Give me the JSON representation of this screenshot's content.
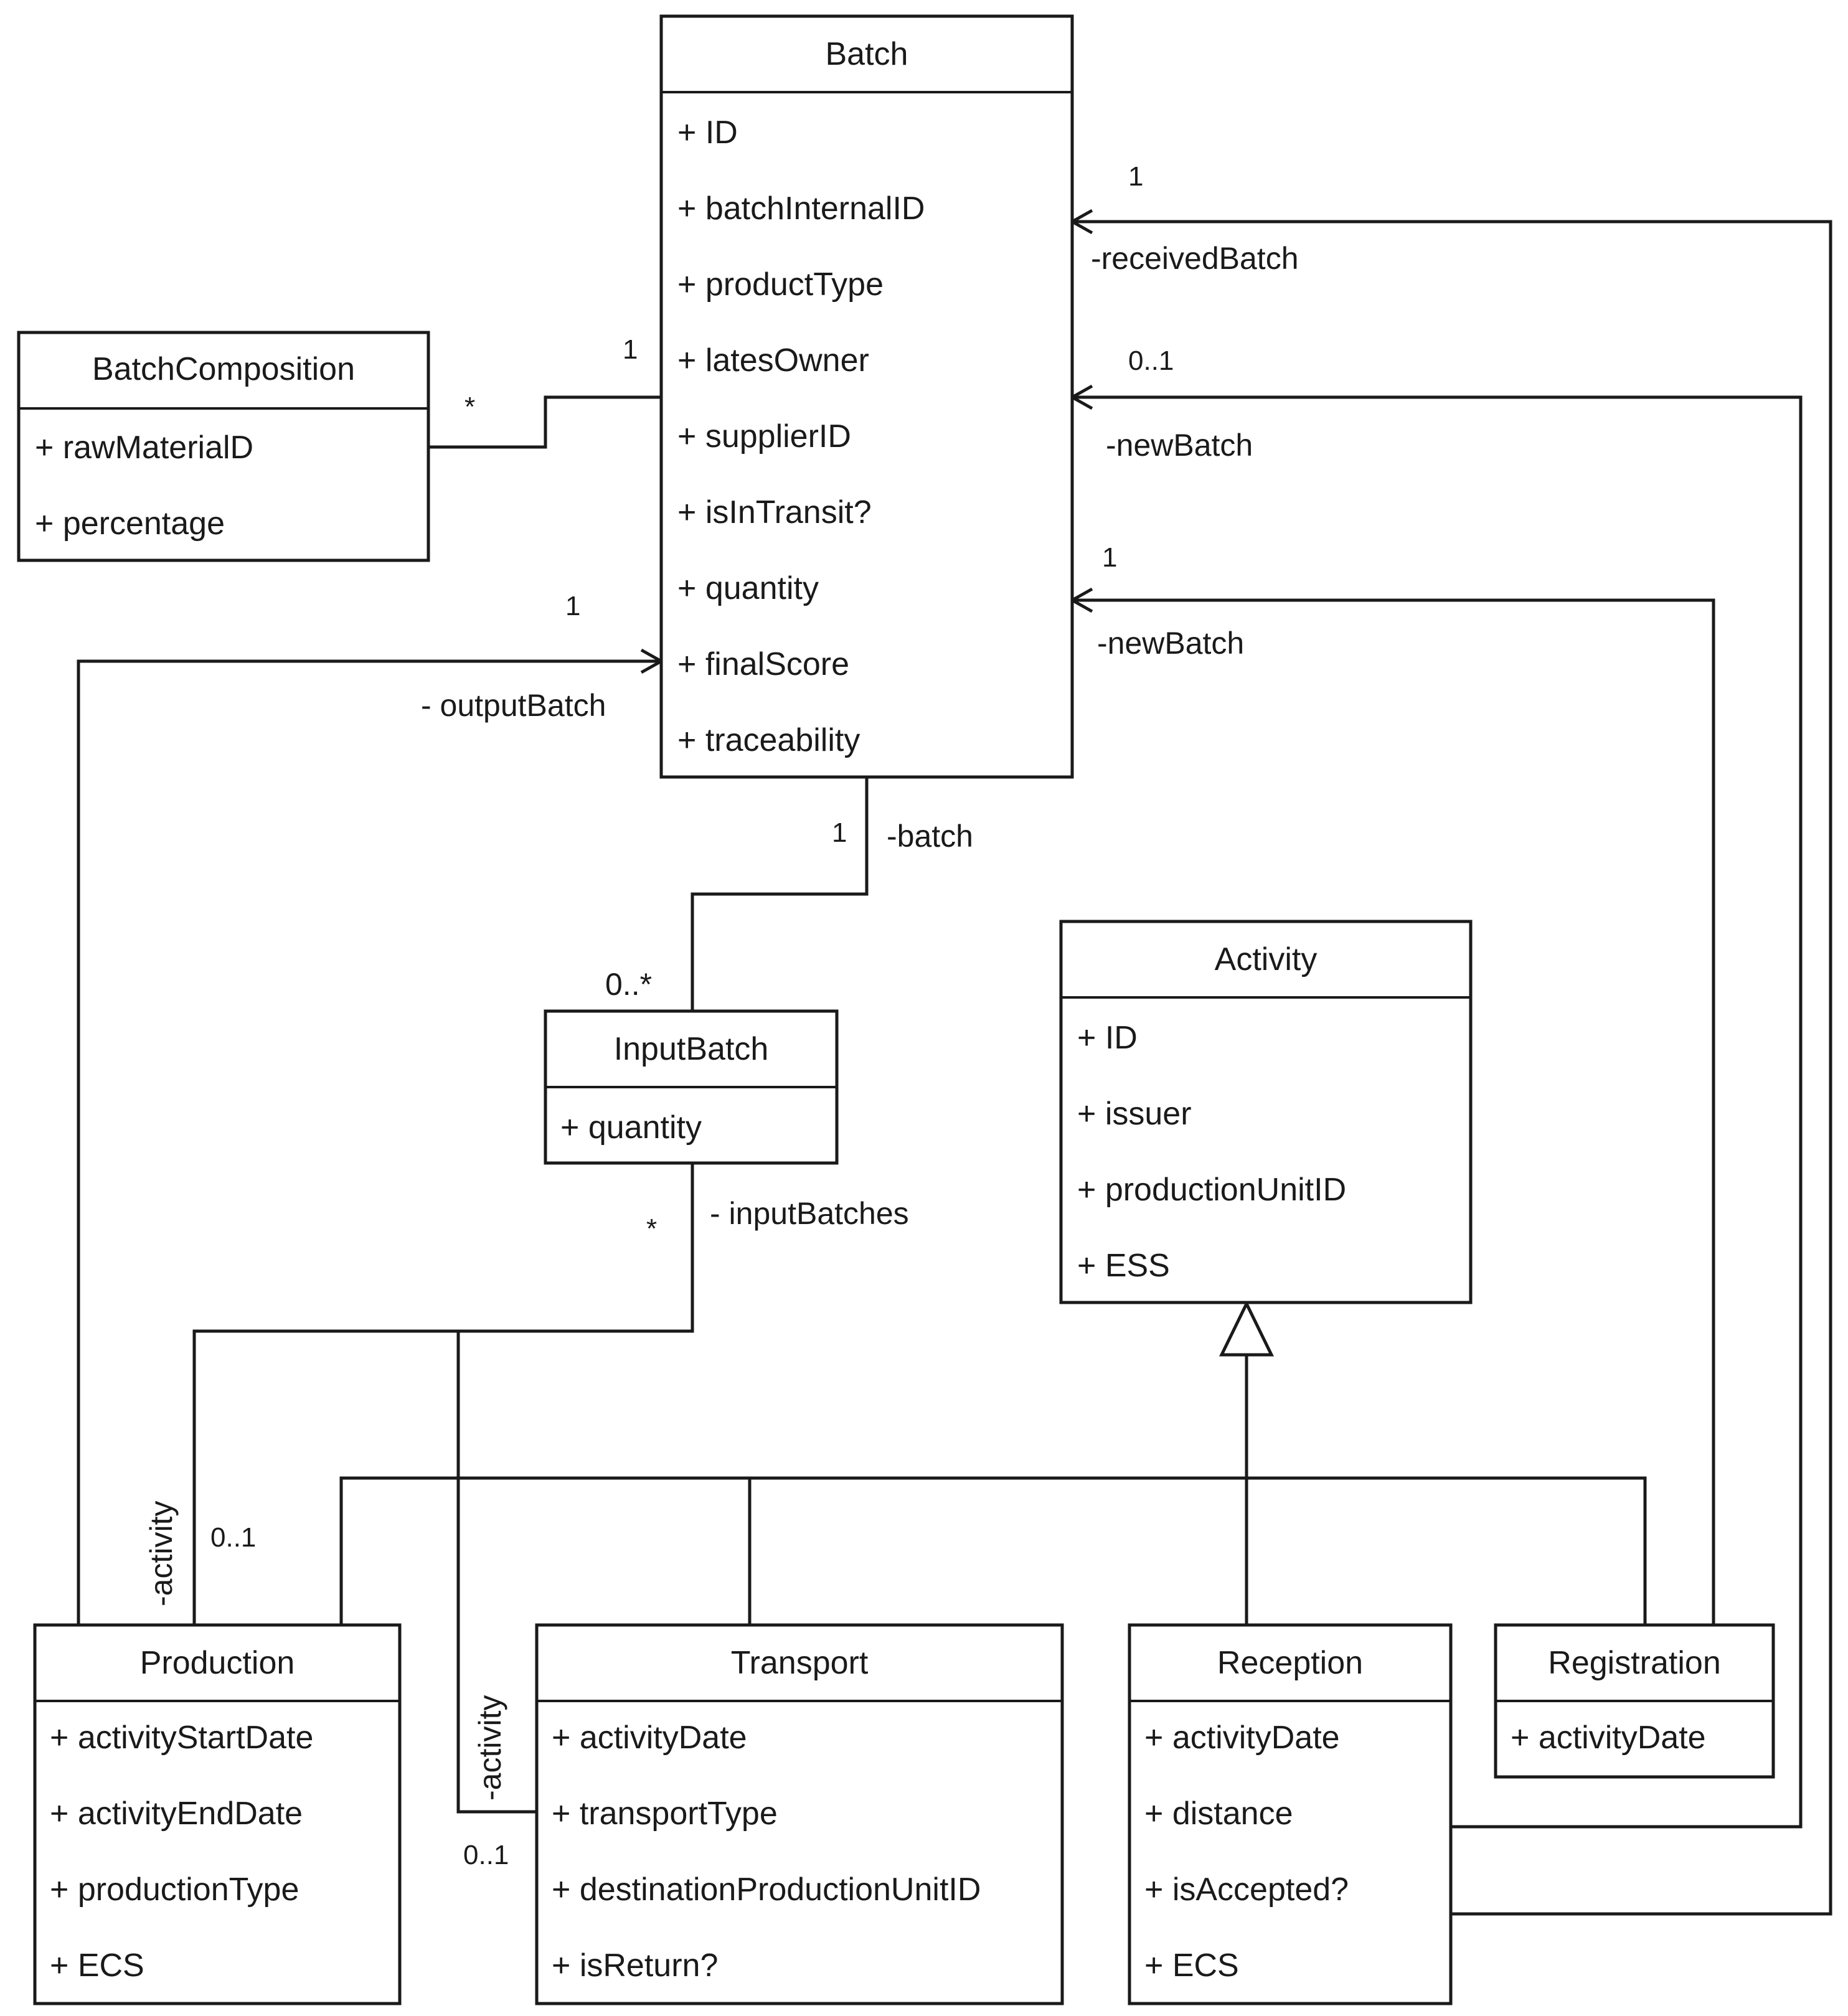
{
  "classes": {
    "batch": {
      "name": "Batch",
      "attributes": [
        "+ ID",
        "+ batchInternalID",
        "+ productType",
        "+ latesOwner",
        "+ supplierID",
        "+ isInTransit?",
        "+ quantity",
        "+ finalScore",
        "+ traceability"
      ]
    },
    "batch_composition": {
      "name": "BatchComposition",
      "attributes": [
        "+ rawMaterialD",
        "+ percentage"
      ]
    },
    "input_batch": {
      "name": "InputBatch",
      "attributes": [
        "+ quantity"
      ]
    },
    "activity": {
      "name": "Activity",
      "attributes": [
        "+ ID",
        "+ issuer",
        "+ productionUnitID",
        "+ ESS"
      ]
    },
    "production": {
      "name": "Production",
      "attributes": [
        "+ activityStartDate",
        "+ activityEndDate",
        "+ productionType",
        "+ ECS"
      ]
    },
    "transport": {
      "name": "Transport",
      "attributes": [
        "+ activityDate",
        "+ transportType",
        "+ destinationProductionUnitID",
        "+ isReturn?"
      ]
    },
    "reception": {
      "name": "Reception",
      "attributes": [
        "+ activityDate",
        "+ distance",
        "+ isAccepted?",
        "+ ECS"
      ]
    },
    "registration": {
      "name": "Registration",
      "attributes": [
        "+ activityDate"
      ]
    }
  },
  "associations": {
    "composition": {
      "batch_multiplicity": "1",
      "composition_multiplicity": "*"
    },
    "received_batch": {
      "multiplicity": "1",
      "role": "-receivedBatch"
    },
    "reception_new_batch": {
      "multiplicity": "0..1",
      "role": "-newBatch"
    },
    "registration_new_batch": {
      "multiplicity": "1",
      "role": "-newBatch"
    },
    "output_batch": {
      "multiplicity": "1",
      "role": "- outputBatch"
    },
    "input_batch_batch": {
      "multiplicity": "1",
      "role": "-batch",
      "input_multiplicity": "0..*"
    },
    "input_batches": {
      "multiplicity": "*",
      "role": "- inputBatches"
    },
    "production_activity": {
      "role": "-activity",
      "multiplicity": "0..1"
    },
    "transport_activity": {
      "role": "-activity",
      "multiplicity": "0..1"
    }
  }
}
